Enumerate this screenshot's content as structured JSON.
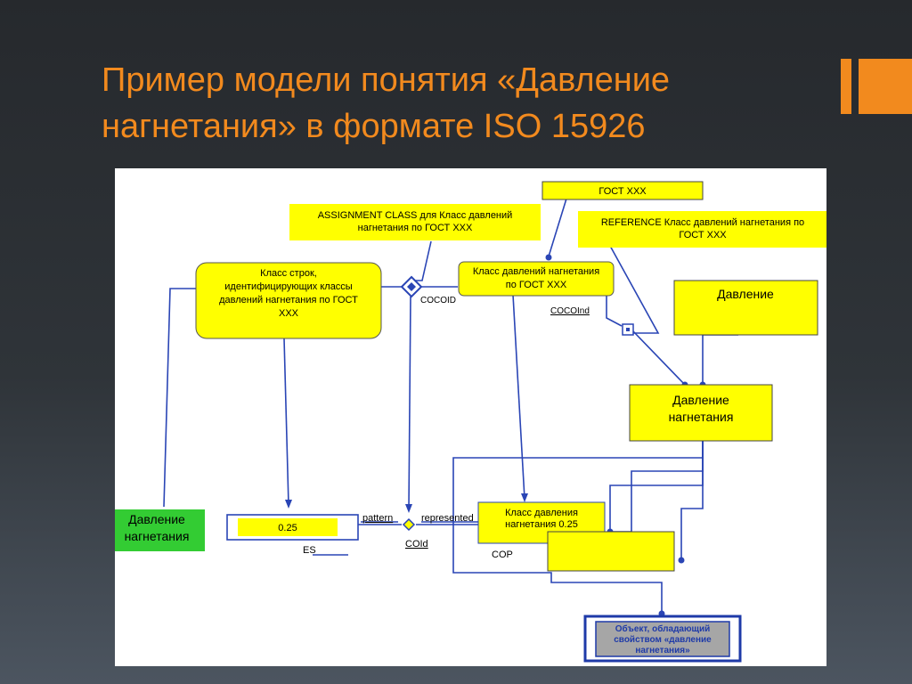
{
  "slide": {
    "title_line1": "Пример модели понятия «Давление",
    "title_line2": "нагнетания» в формате ISO 15926"
  },
  "diagram": {
    "gost_box": "ГОСТ XXX",
    "assignment_line1": "ASSIGNMENT CLASS для Класс давлений",
    "assignment_line2": "нагнетания по ГОСТ XXX",
    "reference_line1": "REFERENCE Класс давлений нагнетания по",
    "reference_line2": "ГОСТ XXX",
    "row_class_line1": "Класс строк,",
    "row_class_line2": "идентифицирующих классы",
    "row_class_line3": "давлений нагнетания по ГОСТ",
    "row_class_line4": "XXX",
    "pressure_class_line1": "Класс давлений нагнетания",
    "pressure_class_line2": "по ГОСТ XXX",
    "cocoid_label": "COCOID",
    "cocoind_label": "COCOInd",
    "pressure_box": "Давление",
    "discharge_line1": "Давление",
    "discharge_line2": "нагнетания",
    "green_line1": "Давление",
    "green_line2": "нагнетания",
    "value_025": "0.25",
    "pattern_label": "pattern",
    "represented_label": "represented",
    "coid_label": "COId",
    "es_label": "ES",
    "class_025_line1": "Класс давления",
    "class_025_line2": "нагнетания 0.25",
    "cop_label": "COP",
    "object_line1": "Объект, обладающий",
    "object_line2": "свойством «давление",
    "object_line3": "нагнетания»"
  },
  "colors": {
    "title": "#f28a1e",
    "accent": "#f28a1e",
    "yellow_fill": "#ffff00",
    "green_fill": "#33cc33",
    "connector": "#2a45b5",
    "object_fill": "#a6a6a6"
  }
}
